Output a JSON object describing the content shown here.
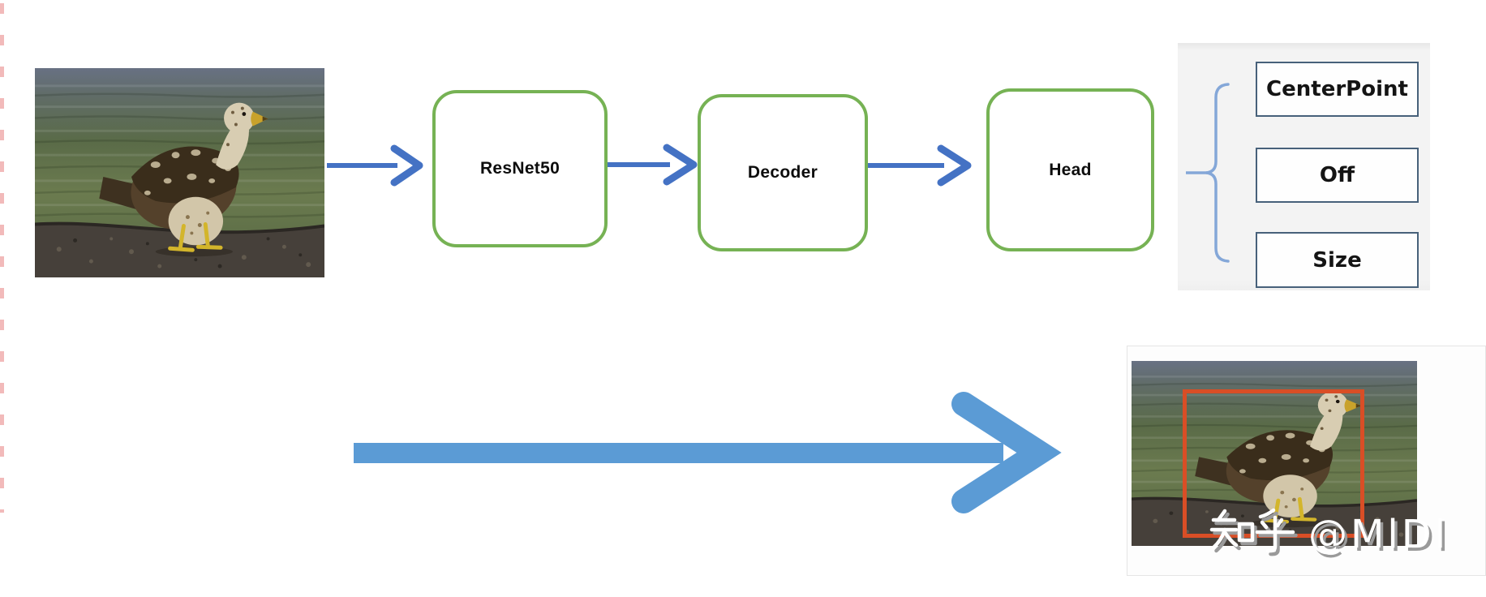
{
  "pipeline": {
    "stages": [
      {
        "label": "ResNet50"
      },
      {
        "label": "Decoder"
      },
      {
        "label": "Head"
      }
    ],
    "outputs": [
      {
        "label": "CenterPoint"
      },
      {
        "label": "Off"
      },
      {
        "label": "Size"
      }
    ]
  },
  "images": {
    "input": "eagle-photo",
    "output": "eagle-photo-with-detection-bbox"
  },
  "watermark": {
    "text": "知乎 @MlDl",
    "latin": "@MlDl"
  },
  "colors": {
    "stage_border_green": "#76B254",
    "arrow_blue": "#4472C4",
    "big_arrow_blue": "#5B9BD5",
    "brace_blue": "#84A7D8",
    "output_box_border": "#47617A",
    "bbox_red": "#D94E26"
  }
}
